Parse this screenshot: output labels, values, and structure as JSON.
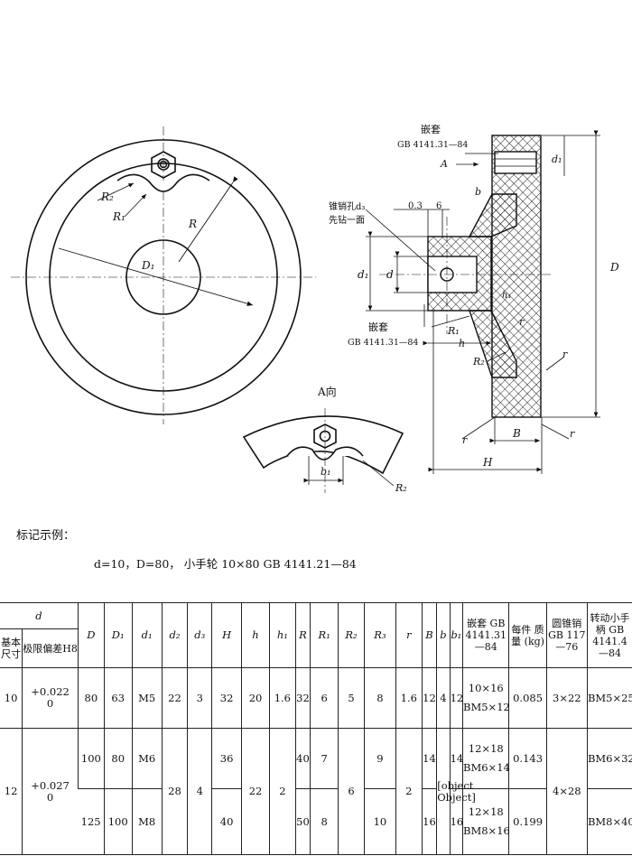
{
  "drawing": {
    "front": {
      "R2": "R₂",
      "R1": "R₁",
      "R": "R",
      "D1": "D₁"
    },
    "section": {
      "insert_top": "嵌套",
      "insert_top_std": "GB 4141.31—84",
      "arrow_A": "A",
      "d1_top": "d₁",
      "pin_hole": "锥销孔d₃",
      "pin_note": "先钻一面",
      "dim_03": "0.3",
      "dim_6": "6",
      "b_label": "b",
      "d1": "d₁",
      "d": "d",
      "h1": "h₁",
      "insert_bottom": "嵌套",
      "insert_bottom_std": "GB 4141.31—84",
      "R1": "R₁",
      "h": "h",
      "r_small": "r",
      "R2": "R₂",
      "r_right": "r",
      "D": "D",
      "r_left": "r",
      "B": "B",
      "r_bottom": "r",
      "H": "H"
    },
    "view_a": {
      "title": "A向",
      "b1": "b₁",
      "R2": "R₂"
    }
  },
  "caption": {
    "heading": "标记示例：",
    "example": "d=10，D=80，  小手轮  10×80  GB 4141.21—84"
  },
  "table": {
    "head": {
      "d": "d",
      "base": "基本尺寸",
      "tol": "极限偏差H8",
      "D": "D",
      "D1": "D₁",
      "d1": "d₁",
      "d2": "d₂",
      "d3": "d₃",
      "H": "H",
      "h": "h",
      "h1": "h₁",
      "R": "R",
      "R1": "R₁",
      "R2": "R₂",
      "R3": "R₃",
      "r": "r",
      "B": "B",
      "b": "b",
      "b1": "b₁",
      "insert": "嵌套 GB 4141.31 —84",
      "mass": "每件 质量 (kg)",
      "pin": "圆锥销 GB 117 —76",
      "handle": "转动小手 柄 GB 4141.4—84"
    },
    "row10": {
      "base": "10",
      "tol_hi": "+0.022",
      "tol_lo": "0",
      "D": "80",
      "D1": "63",
      "d1": "M5",
      "d2": "22",
      "d3": "3",
      "H": "32",
      "h": "20",
      "h1": "1.6",
      "R": "32",
      "R1": "6",
      "R2": "5",
      "R3": "8",
      "r": "1.6",
      "B": "12",
      "b": "4",
      "b1": "12",
      "insert_a": "10×16",
      "insert_b": "BM5×12",
      "mass": "0.085",
      "pin": "3×22",
      "handle": "BM5×25"
    },
    "row12": {
      "base": "12",
      "tol_hi": "+0.027",
      "tol_lo": "0",
      "d2": "28",
      "d3": "4",
      "h": "22",
      "h1": "2",
      "R2": "6",
      "r": "2",
      "b": {
        "D": "125",
        "D1": "100",
        "d1": "M8",
        "H": "40",
        "R": "50",
        "R1": "8",
        "R3": "10",
        "B": "16",
        "b1": "16",
        "insert_a": "12×18",
        "insert_b": "BM8×16",
        "mass": "0.199",
        "handle": "BM8×40"
      },
      "pin": "4×28",
      "a": {
        "D": "100",
        "D1": "80",
        "d1": "M6",
        "H": "36",
        "R": "40",
        "R1": "7",
        "R3": "9",
        "B": "14",
        "b1": "14",
        "insert_a": "12×18",
        "insert_b": "BM6×14",
        "mass": "0.143",
        "handle": "BM6×32"
      }
    }
  }
}
